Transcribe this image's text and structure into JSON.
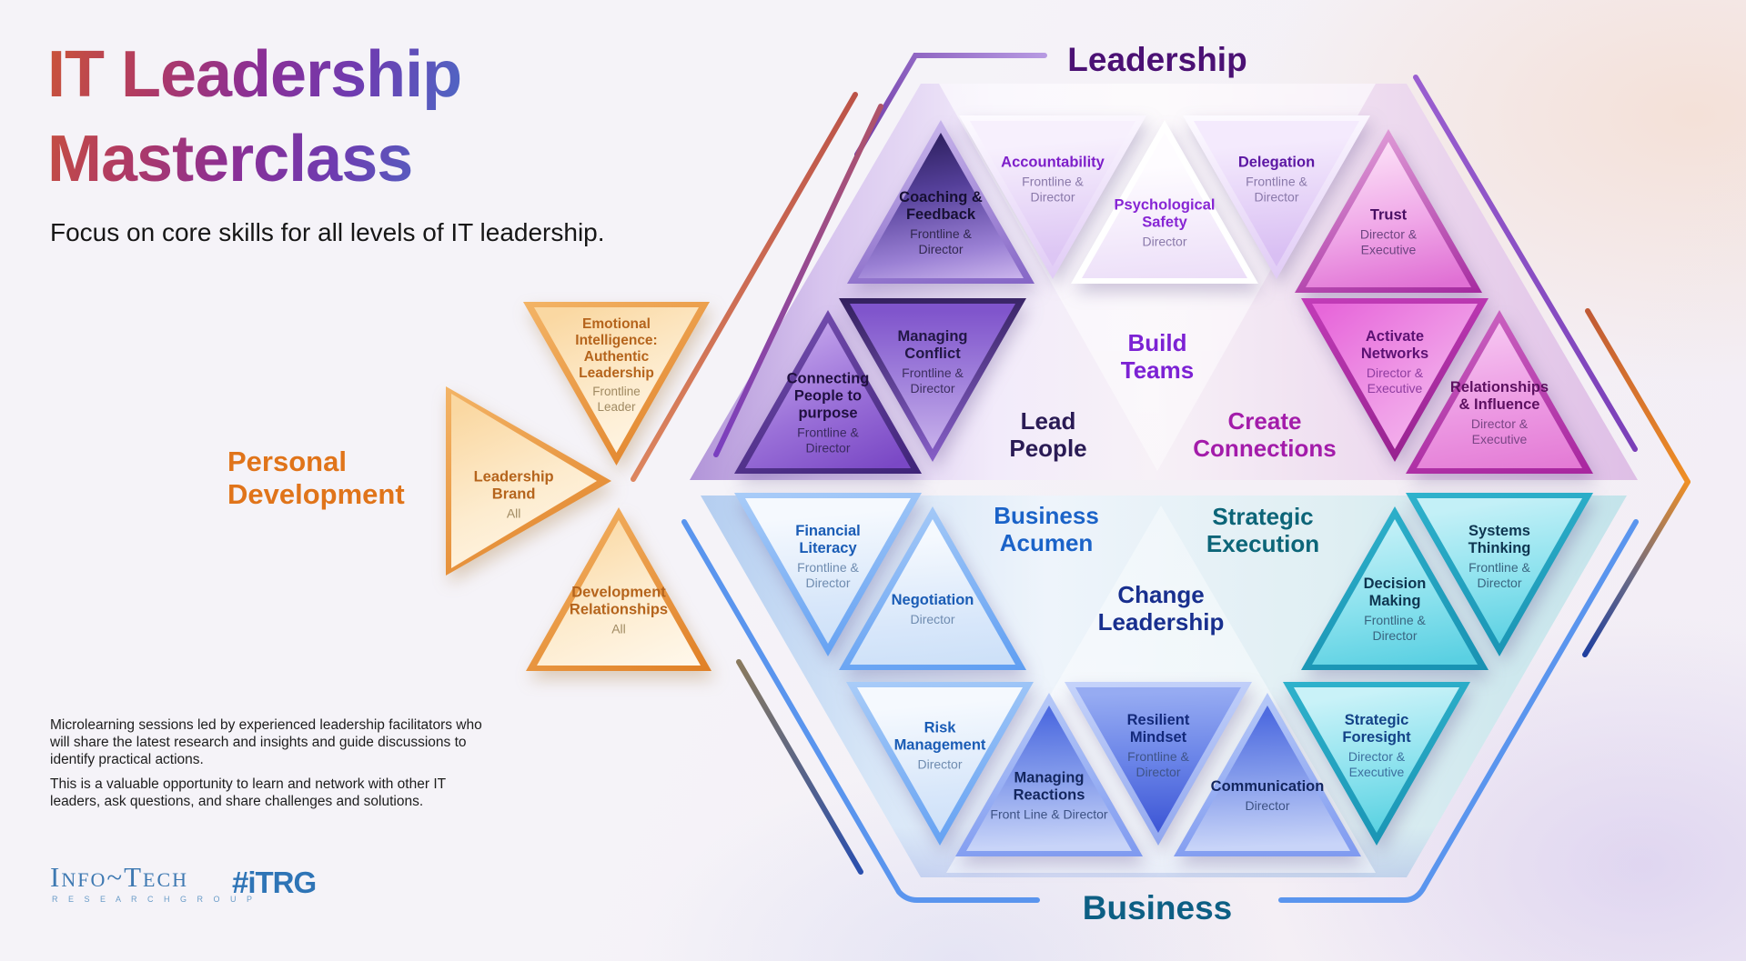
{
  "header": {
    "title": "IT Leadership\nMasterclass",
    "subtitle": "Focus on core skills for all levels of IT leadership."
  },
  "personal_development": {
    "label": "Personal\nDevelopment",
    "accent_color": "#e0741a",
    "triangles": [
      {
        "name": "Emotional\nIntelligence:\nAuthentic\nLeadership",
        "audience": "Frontline\nLeader"
      },
      {
        "name": "Leadership\nBrand",
        "audience": "All"
      },
      {
        "name": "Development\nRelationships",
        "audience": "All"
      }
    ]
  },
  "hexagon": {
    "top_label": "Leadership",
    "bottom_label": "Business",
    "top_label_color": "#4b1174",
    "bottom_label_color": "#0d5f84",
    "section_labels": [
      {
        "id": "lead-people",
        "text": "Lead\nPeople",
        "color": "#2a1b55"
      },
      {
        "id": "build-teams",
        "text": "Build\nTeams",
        "color": "#7c22d4"
      },
      {
        "id": "create-connections",
        "text": "Create\nConnections",
        "color": "#a31caa"
      },
      {
        "id": "business-acumen",
        "text": "Business\nAcumen",
        "color": "#1b63c8"
      },
      {
        "id": "change-leadership",
        "text": "Change\nLeadership",
        "color": "#182f8e"
      },
      {
        "id": "strategic-execution",
        "text": "Strategic\nExecution",
        "color": "#0c6578"
      }
    ],
    "triangles": [
      {
        "name": "Coaching &\nFeedback",
        "audience": "Frontline &\nDirector"
      },
      {
        "name": "Accountability",
        "audience": "Frontline &\nDirector"
      },
      {
        "name": "Psychological\nSafety",
        "audience": "Director"
      },
      {
        "name": "Delegation",
        "audience": "Frontline &\nDirector"
      },
      {
        "name": "Trust",
        "audience": "Director &\nExecutive"
      },
      {
        "name": "Connecting\nPeople to\npurpose",
        "audience": "Frontline &\nDirector"
      },
      {
        "name": "Managing\nConflict",
        "audience": "Frontline &\nDirector"
      },
      {
        "name": "Activate\nNetworks",
        "audience": "Director &\nExecutive"
      },
      {
        "name": "Relationships\n& Influence",
        "audience": "Director &\nExecutive"
      },
      {
        "name": "Financial\nLiteracy",
        "audience": "Frontline &\nDirector"
      },
      {
        "name": "Negotiation",
        "audience": "Director"
      },
      {
        "name": "Decision\nMaking",
        "audience": "Frontline &\nDirector"
      },
      {
        "name": "Systems\nThinking",
        "audience": "Frontline &\nDirector"
      },
      {
        "name": "Risk\nManagement",
        "audience": "Director"
      },
      {
        "name": "Managing\nReactions",
        "audience": "Front Line & Director"
      },
      {
        "name": "Resilient\nMindset",
        "audience": "Frontline &\nDirector"
      },
      {
        "name": "Communication",
        "audience": "Director"
      },
      {
        "name": "Strategic\nForesight",
        "audience": "Director &\nExecutive"
      }
    ]
  },
  "footer": {
    "paragraph1": "Microlearning sessions led by experienced leadership facilitators who will share the latest research and insights and guide discussions to identify practical actions.",
    "paragraph2": "This is a valuable opportunity to learn and network with other IT leaders, ask questions, and share challenges and solutions.",
    "logo_infotech_line1": "Info~Tech",
    "logo_infotech_line2": "R E S E A R C H   G R O U P",
    "logo_itrg": "#iTRG"
  }
}
